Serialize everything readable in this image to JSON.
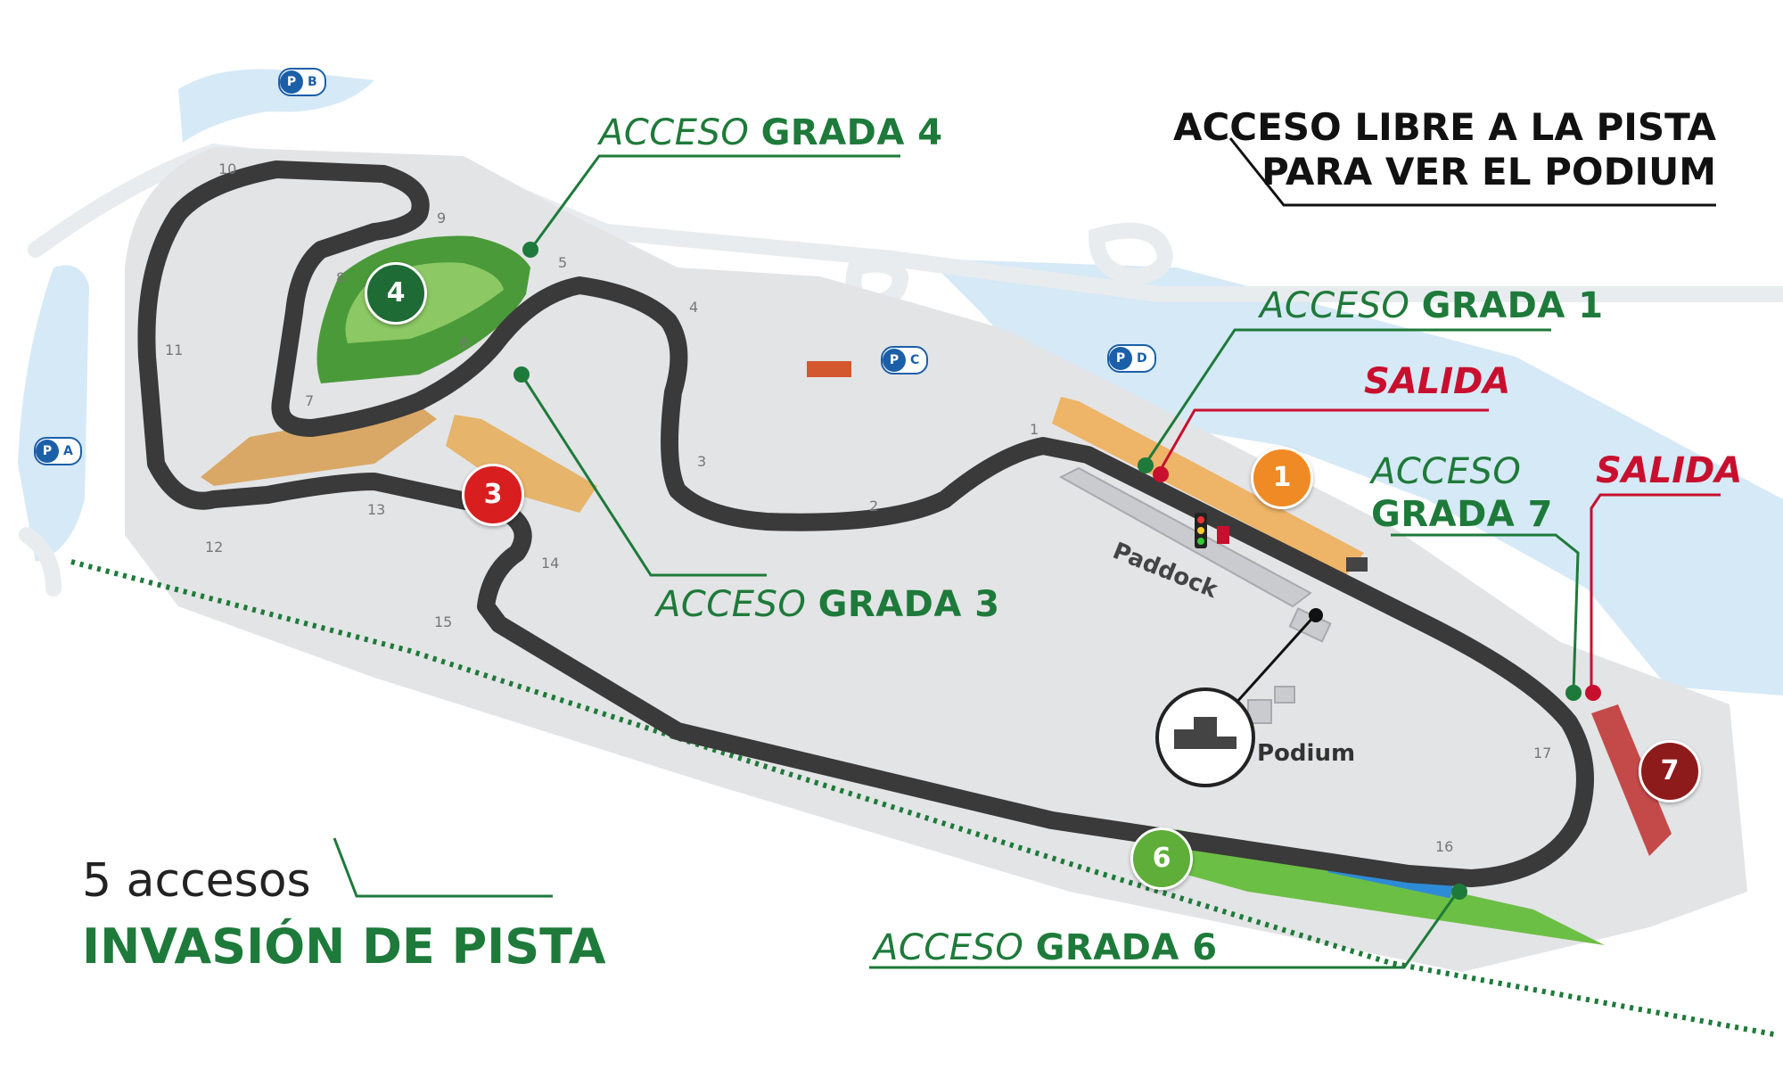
{
  "headline": {
    "line1": "ACCESO LIBRE A LA PISTA",
    "line2": "PARA VER EL PODIUM"
  },
  "info": {
    "line1": "5 accesos",
    "line2": "INVASIÓN DE PISTA"
  },
  "accesses": {
    "grada4": {
      "w1": "ACCESO",
      "w2": "GRADA 4"
    },
    "grada1": {
      "w1": "ACCESO",
      "w2": "GRADA 1"
    },
    "grada3": {
      "w1": "ACCESO",
      "w2": "GRADA 3"
    },
    "grada6": {
      "w1": "ACCESO",
      "w2": "GRADA 6"
    },
    "grada7": {
      "w1": "ACCESO",
      "w2": "GRADA 7"
    }
  },
  "exits": {
    "salida1": "SALIDA",
    "salida2": "SALIDA"
  },
  "stands": {
    "s1": "1",
    "s3": "3",
    "s4": "4",
    "s6": "6",
    "s7": "7"
  },
  "parking": {
    "a": {
      "p": "P",
      "l": "A"
    },
    "b": {
      "p": "P",
      "l": "B"
    },
    "c": {
      "p": "P",
      "l": "C"
    },
    "d": {
      "p": "P",
      "l": "D"
    }
  },
  "places": {
    "paddock": "Paddock",
    "podium": "Podium"
  },
  "turns": [
    "1",
    "2",
    "3",
    "4",
    "5",
    "6",
    "7",
    "8",
    "9",
    "10",
    "11",
    "12",
    "13",
    "14",
    "15",
    "16",
    "17"
  ],
  "colors": {
    "track": "#3a3a3a",
    "green_access": "#1e7a3a",
    "exit_red": "#c8102e",
    "stand1": "#f08a24",
    "stand3": "#d81e1e",
    "stand4": "#1e6b36",
    "stand6": "#5fae3a",
    "stand7": "#8e1b1b",
    "water": "#d6e9f6"
  }
}
